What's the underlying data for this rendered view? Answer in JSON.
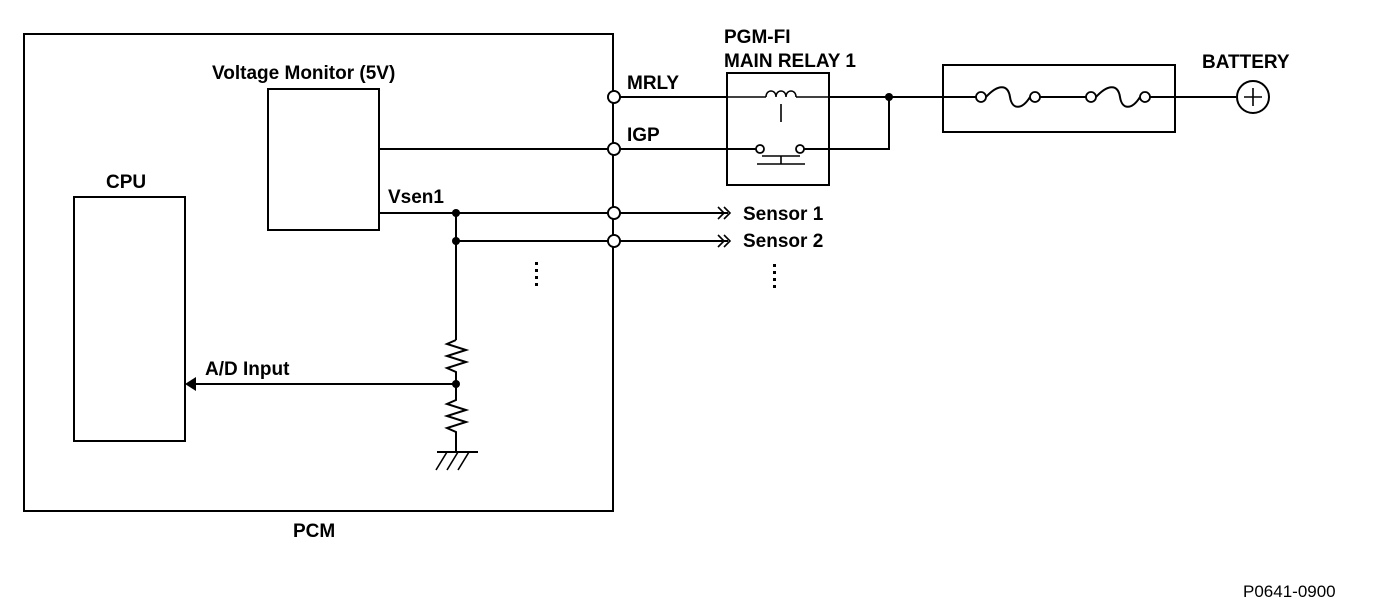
{
  "labels": {
    "voltage_monitor": "Voltage Monitor (5V)",
    "cpu": "CPU",
    "pcm": "PCM",
    "vsen1": "Vsen1",
    "ad_input": "A/D Input",
    "mrly": "MRLY",
    "igp": "IGP",
    "relay_line1": "PGM-FI",
    "relay_line2": "MAIN RELAY 1",
    "battery": "BATTERY",
    "sensor1": "Sensor 1",
    "sensor2": "Sensor 2",
    "figure_code": "P0641-0900"
  }
}
